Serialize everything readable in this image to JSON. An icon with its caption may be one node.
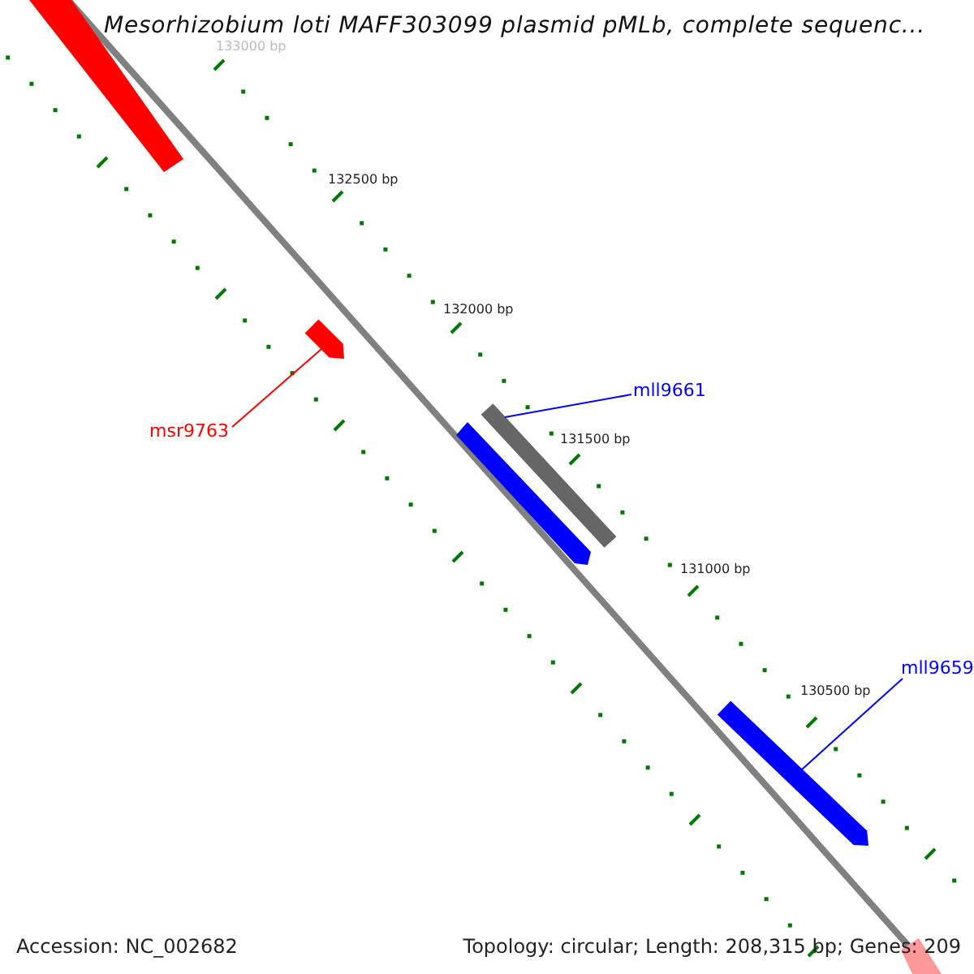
{
  "diagram": {
    "title": "Mesorhizobium loti MAFF303099 plasmid pMLb, complete sequenc...",
    "nodes": [
      {
        "text": [
          "msr9763"
        ]
      },
      {
        "text": [],
        "shape": "arrow"
      },
      {
        "text": [
          "mll9661"
        ]
      },
      {
        "text": [],
        "shape": "bar"
      },
      {
        "text": [
          "mll9659"
        ]
      },
      {
        "text": [],
        "shape": "arrow"
      }
    ],
    "edges": [
      {
        "from": 0,
        "to": 1,
        "arrow": "none",
        "color": "#ff0000"
      },
      {
        "from": 2,
        "to": 3,
        "arrow": "none",
        "color": "#0000ff"
      },
      {
        "from": 4,
        "to": 5,
        "arrow": "none",
        "color": "#0000ff"
      }
    ],
    "labels": [
      "133000 bp",
      "132500 bp",
      "132000 bp",
      "131500 bp",
      "131000 bp",
      "130500 bp",
      "Accession: NC_002682",
      "Topology: circular; Length: 208,315 bp; Genes: 209"
    ]
  }
}
